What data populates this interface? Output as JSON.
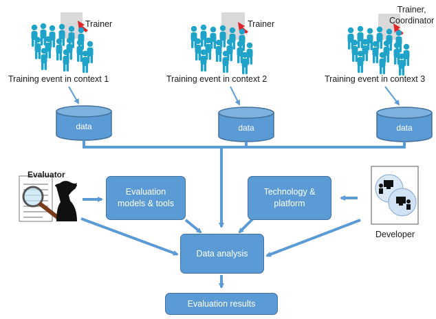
{
  "events": [
    {
      "trainer": "Trainer",
      "caption": "Training event in context 1",
      "store": "data"
    },
    {
      "trainer": "Trainer",
      "caption": "Training event in context 2",
      "store": "data"
    },
    {
      "trainer": "Trainer,\nCoordinator",
      "caption": "Training event in context 3",
      "store": "data"
    }
  ],
  "evaluator": {
    "label": "Evaluator"
  },
  "developer": {
    "label": "Developer"
  },
  "boxes": {
    "eval_models": "Evaluation\nmodels & tools",
    "technology": "Technology &\nplatform",
    "data_analysis": "Data analysis",
    "results": "Evaluation results"
  },
  "colors": {
    "fill": "#5b9bd5",
    "stroke": "#41719c",
    "arrow": "#5b9bd5",
    "people": "#1fa3c9"
  }
}
